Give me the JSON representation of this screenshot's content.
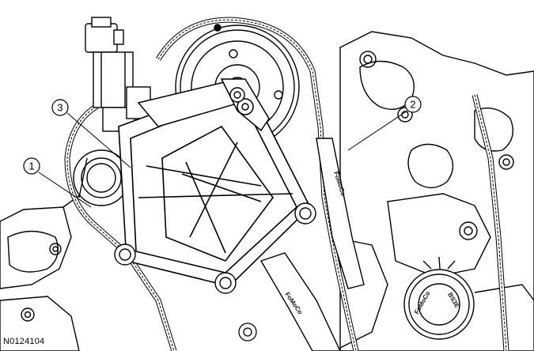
{
  "callouts": [
    {
      "label": "1"
    },
    {
      "label": "2"
    },
    {
      "label": "3"
    }
  ],
  "figure_id": "N0124104",
  "stamps": {
    "guide_left": "FoMoCo",
    "guide_right": "FoMoCo",
    "sprocket_left": "FoMoCo",
    "sprocket_right": "BS3E"
  }
}
